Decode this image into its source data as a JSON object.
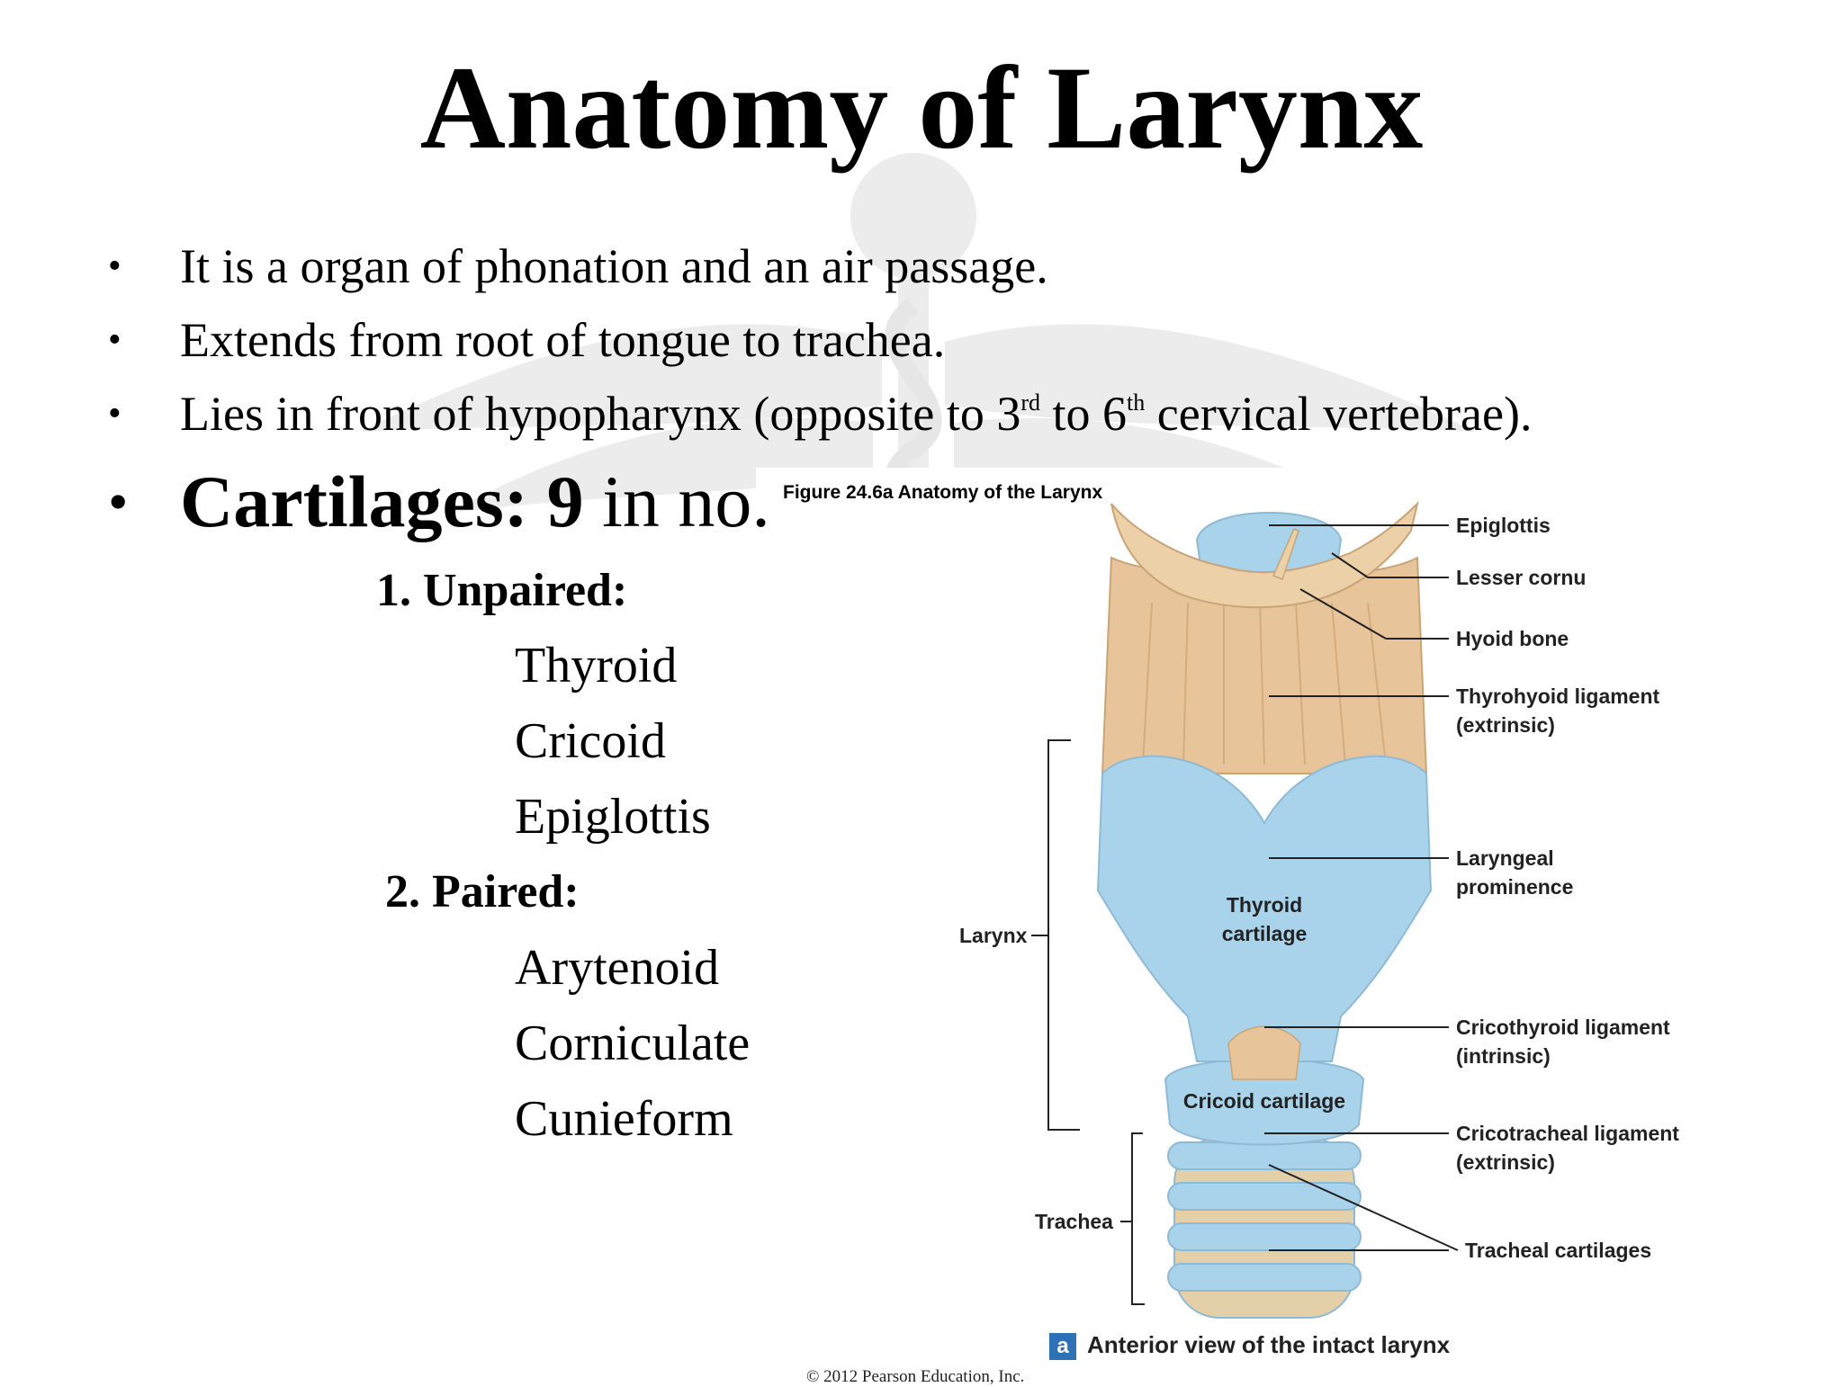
{
  "slide": {
    "title": "Anatomy of Larynx",
    "bullets": [
      {
        "text": "It is a organ of phonation and an air passage."
      },
      {
        "text": "Extends from root of tongue to trachea."
      },
      {
        "pre": "Lies in front of hypopharynx (opposite to 3",
        "sup1": "rd",
        "mid": " to 6",
        "sup2": "th",
        "post": " cervical vertebrae)."
      }
    ],
    "cartilages": {
      "label": "Cartilages:",
      "count": "9",
      "suffix": " in no."
    },
    "unpaired": {
      "label": "1.  Unpaired:",
      "items": [
        "Thyroid",
        "Cricoid",
        "Epiglottis"
      ]
    },
    "paired": {
      "label": "2. Paired:",
      "items": [
        "Arytenoid",
        "Corniculate",
        "Cunieform"
      ]
    }
  },
  "figure": {
    "caption": "Figure 24.6a  Anatomy of the Larynx",
    "labels": {
      "epiglottis": "Epiglottis",
      "lesser_cornu": "Lesser cornu",
      "hyoid_bone": "Hyoid bone",
      "thyrohyoid_ligament": "Thyrohyoid ligament",
      "thyrohyoid_note": "(extrinsic)",
      "laryngeal_prominence_1": "Laryngeal",
      "laryngeal_prominence_2": "prominence",
      "cricothyroid_ligament": "Cricothyroid ligament",
      "cricothyroid_note": "(intrinsic)",
      "cricotracheal_ligament": "Cricotracheal ligament",
      "cricotracheal_note": "(extrinsic)",
      "tracheal_cartilages": "Tracheal cartilages",
      "larynx": "Larynx",
      "trachea": "Trachea",
      "thyroid_cartilage_1": "Thyroid",
      "thyroid_cartilage_2": "cartilage",
      "cricoid_cartilage": "Cricoid cartilage"
    },
    "view_letter": "a",
    "view_label": "Anterior view of the intact larynx",
    "copyright": "© 2012 Pearson Education, Inc."
  },
  "colors": {
    "cartilage_blue": "#a9d3ea",
    "ligament_tan": "#e8c49a"
  }
}
